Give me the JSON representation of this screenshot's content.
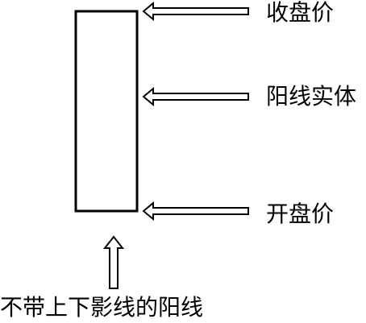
{
  "labels": {
    "close_price": "收盘价",
    "candle_body": "阳线实体",
    "open_price": "开盘价",
    "caption": "不带上下影线的阳线"
  },
  "colors": {
    "stroke": "#000000",
    "background": "#ffffff"
  },
  "icons": {
    "pointer": "hollow-arrow-icon"
  }
}
